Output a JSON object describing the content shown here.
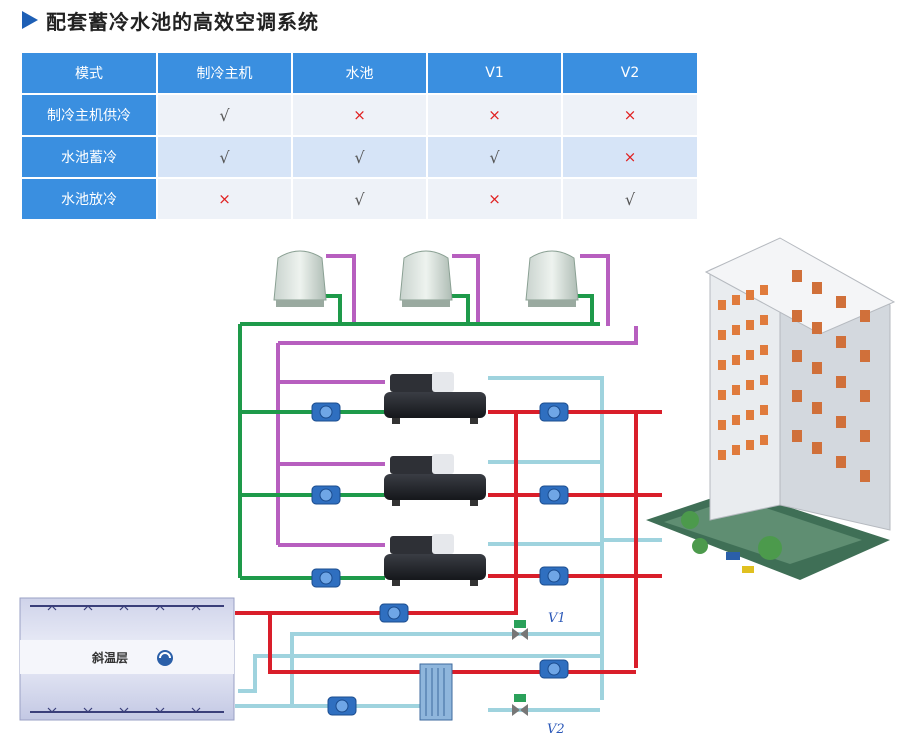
{
  "title": "配套蓄冷水池的高效空调系统",
  "table": {
    "headers": [
      "模式",
      "制冷主机",
      "水池",
      "V1",
      "V2"
    ],
    "rows": [
      {
        "mode": "制冷主机供冷",
        "cells": [
          "√",
          "×",
          "×",
          "×"
        ]
      },
      {
        "mode": "水池蓄冷",
        "cells": [
          "√",
          "√",
          "√",
          "×"
        ]
      },
      {
        "mode": "水池放冷",
        "cells": [
          "×",
          "√",
          "×",
          "√"
        ]
      }
    ]
  },
  "diagram": {
    "tank_label": "斜温层",
    "valve_labels": {
      "v1": "V1",
      "v2": "V2"
    },
    "colors": {
      "supply": "#d91e2a",
      "return": "#1e9a4a",
      "cooling": "#b75fbf",
      "chilled": "#9fd3de",
      "tank": "#d9ddf0",
      "accent": "#3a8fe0"
    }
  }
}
